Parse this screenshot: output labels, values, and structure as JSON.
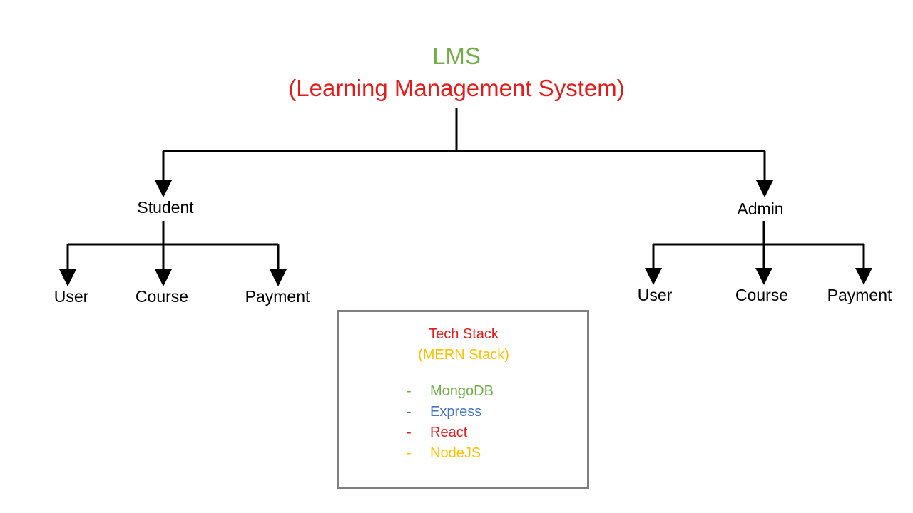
{
  "title": {
    "abbr": "LMS",
    "full": "(Learning Management System)"
  },
  "branches": [
    {
      "label": "Student",
      "children": [
        "User",
        "Course",
        "Payment"
      ]
    },
    {
      "label": "Admin",
      "children": [
        "User",
        "Course",
        "Payment"
      ]
    }
  ],
  "tech_stack": {
    "heading": "Tech Stack",
    "subheading": "(MERN Stack)",
    "items": [
      {
        "name": "MongoDB",
        "color": "#70ad47"
      },
      {
        "name": "Express",
        "color": "#4472c4"
      },
      {
        "name": "React",
        "color": "#e31b1b"
      },
      {
        "name": "NodeJS",
        "color": "#ffc000"
      }
    ]
  },
  "colors": {
    "title_abbr": "#70ad47",
    "title_full": "#e31b1b",
    "heading": "#e31b1b",
    "subheading": "#ffc000",
    "box_border": "#7f7f7f"
  }
}
